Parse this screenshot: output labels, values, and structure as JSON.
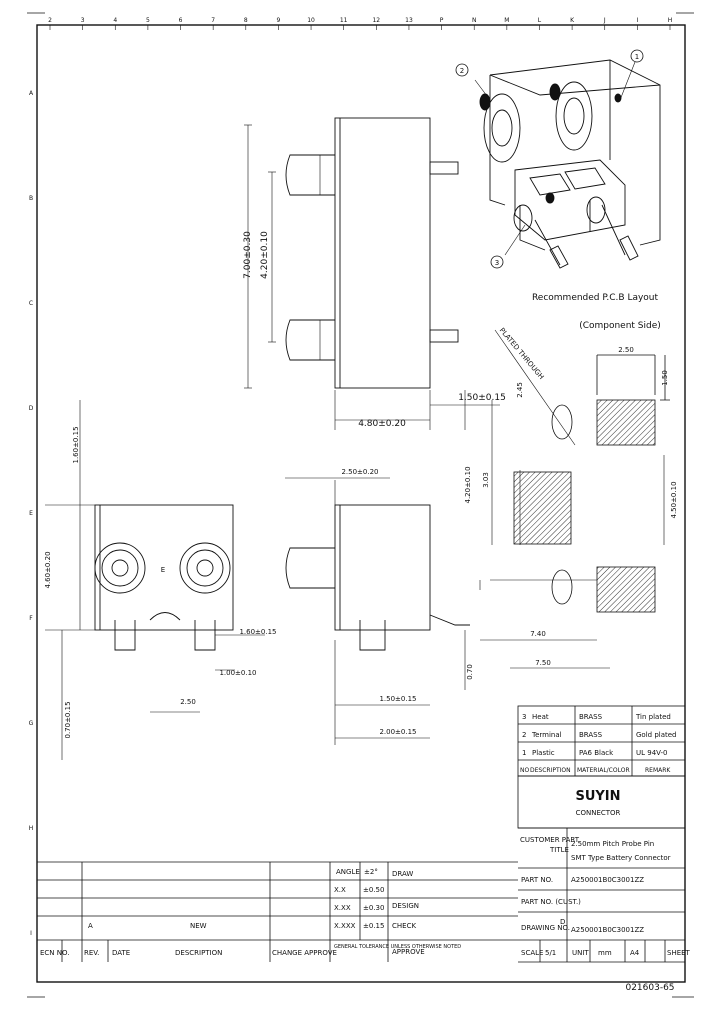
{
  "border": {
    "top_zones": [
      "2",
      "3",
      "4",
      "5",
      "6",
      "7",
      "8",
      "9",
      "10",
      "11",
      "12",
      "13",
      "P",
      "N",
      "M",
      "L",
      "K",
      "J",
      "I",
      "H"
    ],
    "left_zones": [
      "A",
      "B",
      "C",
      "D",
      "E",
      "F",
      "G",
      "H",
      "I"
    ]
  },
  "callouts": {
    "c1": "1",
    "c2": "2",
    "c3": "3"
  },
  "pcb_layout": {
    "title": "Recommended P.C.B Layout",
    "subtitle": "(Component Side)",
    "dims": {
      "w1": "2.50",
      "h1": "1.50",
      "d1": "2.45",
      "plated": "PLATED THROUGH",
      "v1": "4.20±0.10",
      "v2": "3.03",
      "v3": "4.50±0.10",
      "w2": "7.40",
      "w3": "7.50"
    }
  },
  "top_view": {
    "dim_outer": "7.00±0.30",
    "dim_inner": "4.20±0.10",
    "dim_width": "4.80±0.20",
    "dim_pin": "1.50±0.15"
  },
  "front_view": {
    "dim_height": "4.60±0.20",
    "dim_total": "1.60±0.15",
    "dim_bottom": "0.70±0.15",
    "dim_pin_w": "1.60±0.15",
    "dim_pin_t": "1.00±0.10",
    "dim_pitch": "2.50",
    "center_mark": "E"
  },
  "side_view": {
    "dim_top": "2.50±0.20",
    "dim_pin_h": "0.70",
    "dim_a": "1.50±0.15",
    "dim_b": "2.00±0.15"
  },
  "bom": {
    "rows": [
      {
        "no": "3",
        "desc": "Heat",
        "mat": "BRASS",
        "remark": "Tin plated"
      },
      {
        "no": "2",
        "desc": "Terminal",
        "mat": "BRASS",
        "remark": "Gold plated"
      },
      {
        "no": "1",
        "desc": "Plastic",
        "mat": "PA6 Black",
        "remark": "UL 94V-0"
      }
    ],
    "header": {
      "no": "NO",
      "desc": "DESCRIPTION",
      "mat": "MATERIAL/COLOR",
      "remark": "REMARK"
    }
  },
  "title_block": {
    "company": "SUYIN",
    "company_sub": "CONNECTOR",
    "customer_label": "CUSTOMER PART",
    "title_label": "TITLE",
    "title_line1": "2.50mm Pitch Probe Pin",
    "title_line2": "SMT Type Battery Connector",
    "part_no_label": "PART NO.",
    "part_no": "A250001B0C3001ZZ",
    "part_no2_label": "PART NO. (CUST.)",
    "drawing_label": "DRAWING NO.",
    "drawing_no": "A250001B0C3001ZZ",
    "drawing_rev": "D",
    "scale_label": "SCALE",
    "scale": "5/1",
    "unit_label": "UNIT",
    "unit": "mm",
    "size": "A4",
    "sheet_label": "SHEET",
    "tol_hdr1": "ANGLE",
    "tol_hdr2": "±2°",
    "tol_rows": [
      {
        "r": "X.X",
        "v": "±0.50"
      },
      {
        "r": "X.XX",
        "v": "±0.30"
      },
      {
        "r": "X.XXX",
        "v": "±0.15"
      }
    ],
    "draw": "DRAW",
    "design": "DESIGN",
    "check": "CHECK",
    "approve": "APPROVE",
    "rev_label": "REV.",
    "date_label": "DATE",
    "desc_label": "DESCRIPTION",
    "change_label": "CHANGE APPROVE",
    "ecn_label": "ECN NO.",
    "general_tol": "GENERAL TOLERANCE UNLESS OTHERWISE NOTED",
    "rev_letter": "A",
    "rev_desc": "NEW"
  },
  "footer_code": "021603-65"
}
